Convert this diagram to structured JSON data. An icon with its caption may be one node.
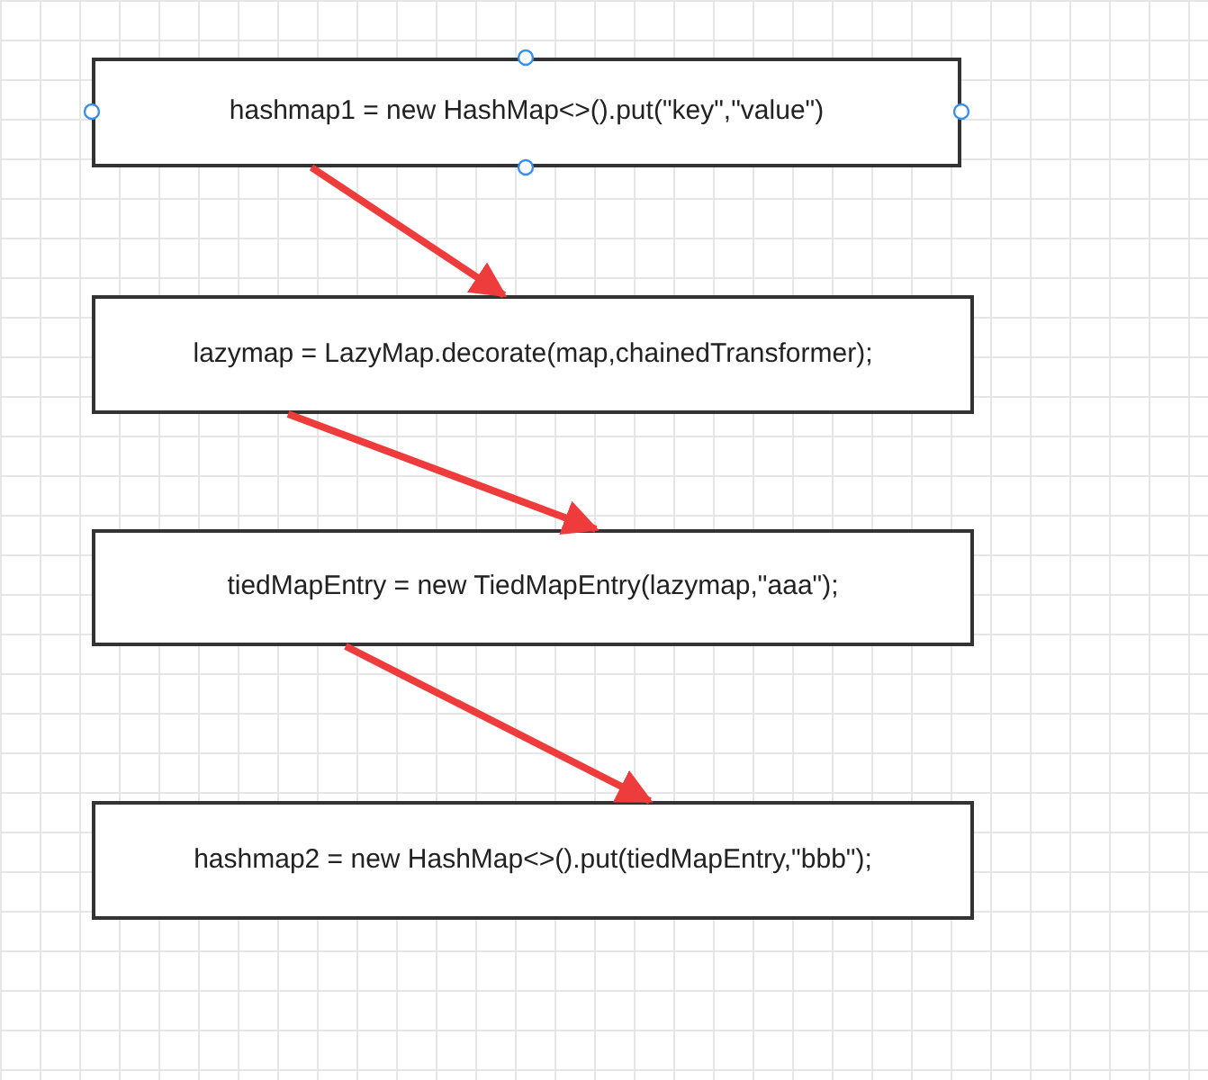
{
  "diagram": {
    "nodes": [
      {
        "text": [
          "hashmap1 = new HashMap<>().put(\"key\",\"value\")"
        ]
      },
      {
        "text": [
          "lazymap = LazyMap.decorate(map,chainedTransformer);"
        ]
      },
      {
        "text": [
          "tiedMapEntry = new TiedMapEntry(lazymap,\"aaa\");"
        ]
      },
      {
        "text": [
          "hashmap2 = new HashMap<>().put(tiedMapEntry,\"bbb\");"
        ]
      }
    ],
    "edges": [
      {
        "from": 0,
        "to": 1,
        "arrow": "to"
      },
      {
        "from": 1,
        "to": 2,
        "arrow": "to"
      },
      {
        "from": 2,
        "to": 3,
        "arrow": "to"
      }
    ]
  }
}
